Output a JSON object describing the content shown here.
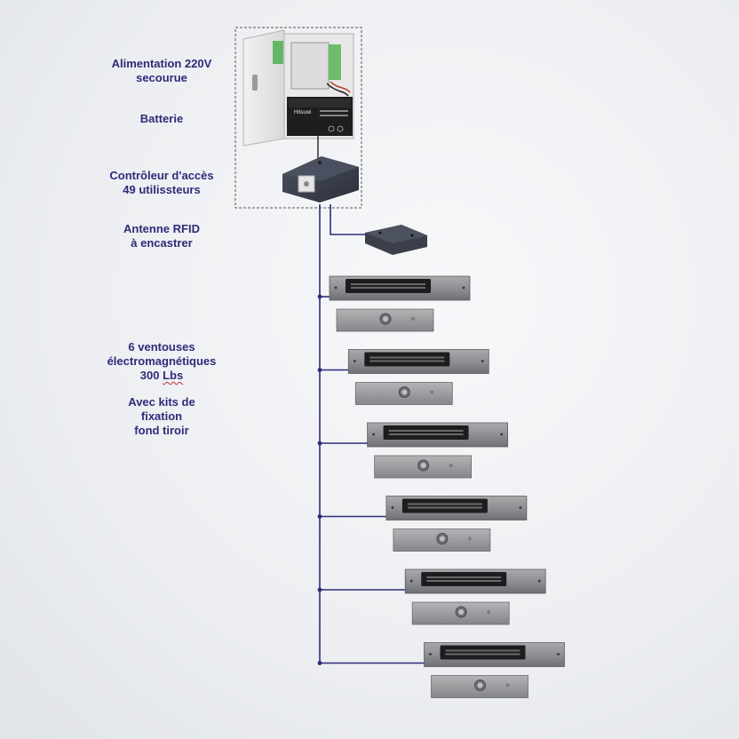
{
  "labels": {
    "power_supply": {
      "line1": "Alimentation 220V",
      "line2": "secourue"
    },
    "battery": {
      "line1": "Batterie"
    },
    "controller": {
      "line1": "Contrôleur d'accès",
      "line2": "49 utilissteurs"
    },
    "antenna": {
      "line1": "Antenne RFID",
      "line2": "à encastrer"
    },
    "locks": {
      "line1": "6 ventouses",
      "line2": "électromagnétiques",
      "line3_value": "300",
      "line3_unit": "Lbs"
    },
    "kits": {
      "line1": "Avec kits de",
      "line2": "fixation",
      "line3": "fond tiroir"
    }
  },
  "devices": {
    "battery_brand": "Hitsuwi",
    "lock_count": 6
  },
  "colors": {
    "label_text": "#2e2b7a",
    "wiring": "#2e2b7a",
    "lock_metal": "#8c8d8f",
    "controller_body": "#3a3f4c"
  }
}
